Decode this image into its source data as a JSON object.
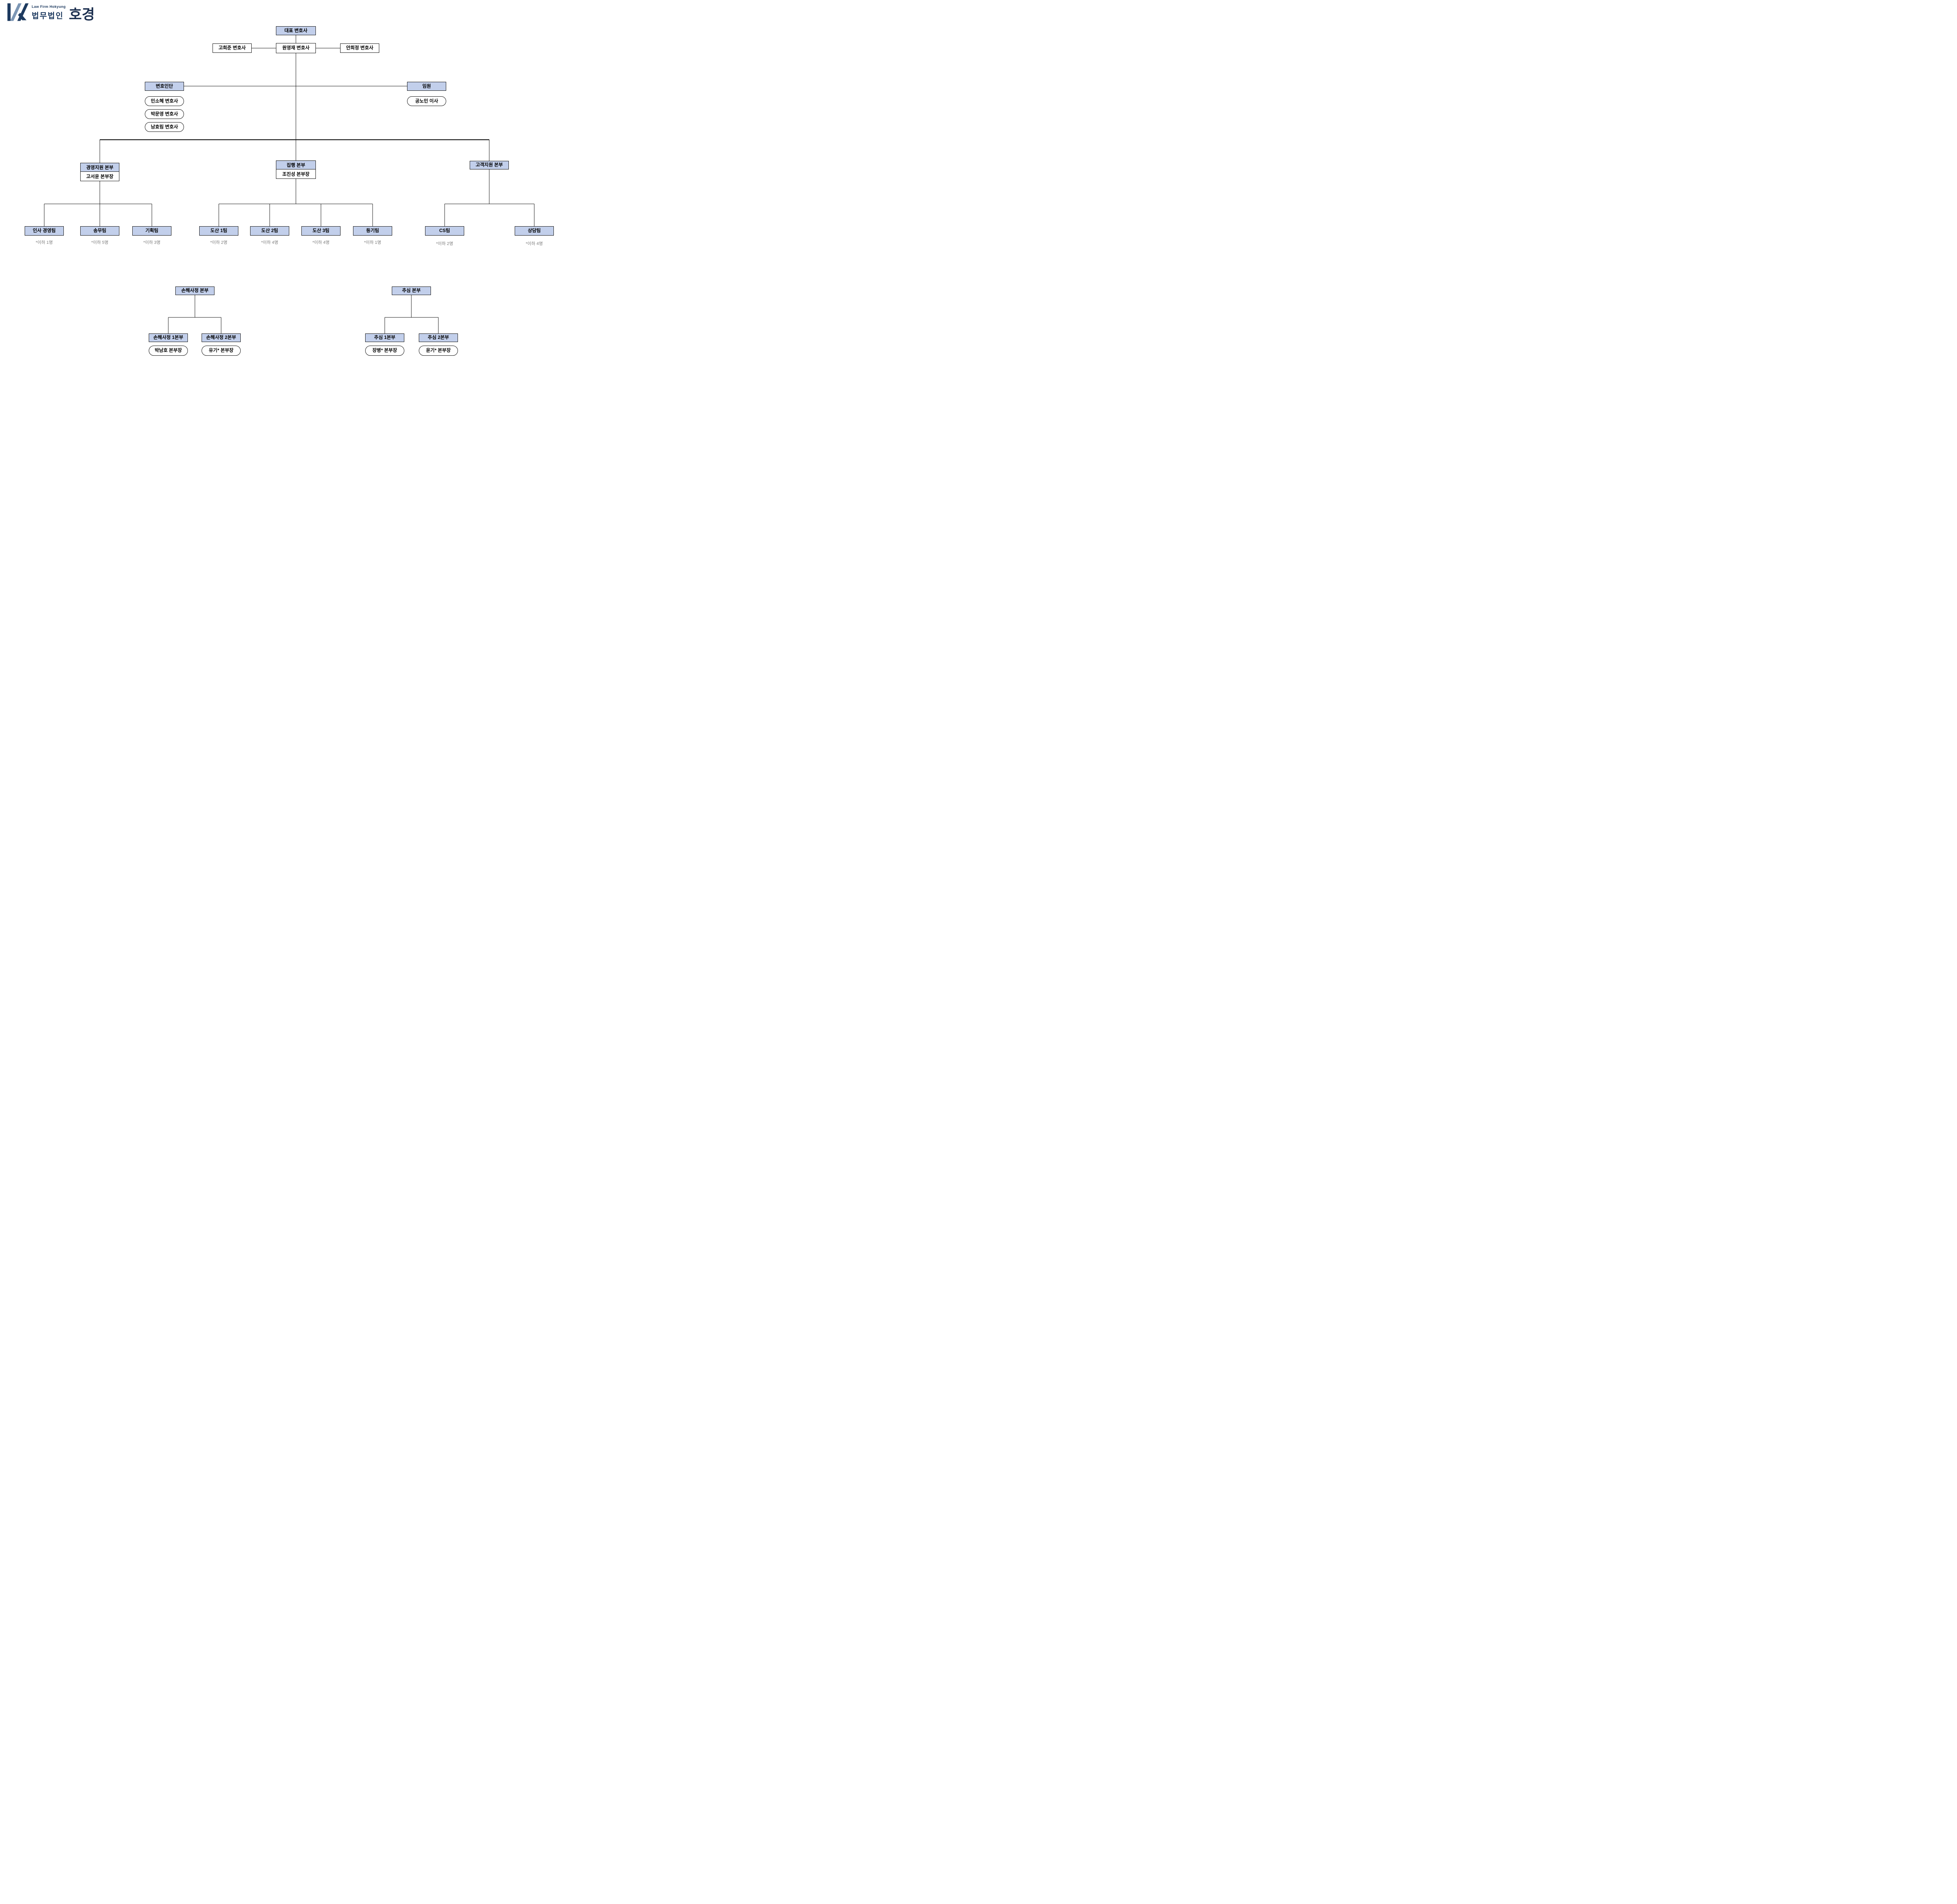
{
  "logo": {
    "mark": "WK",
    "firm_en": "Law Firm Hokyung",
    "firm_type_ko": "법무법인",
    "firm_name_ko": "호경",
    "navy": "#1d3a5f",
    "steel": "#7d97b5"
  },
  "colors": {
    "node_fill": "#c2cfeb",
    "node_border": "#111111",
    "connector": "#111111",
    "count_text": "#7f7f7f",
    "background": "#ffffff"
  },
  "org": {
    "ceo": {
      "label": "대표 변호사"
    },
    "partners": [
      {
        "label": "고희준 변호사"
      },
      {
        "label": "원영재 변호사"
      },
      {
        "label": "안희정 변호사"
      }
    ],
    "counsel_group": {
      "label": "변호인단",
      "members": [
        {
          "label": "민소혜 변호사"
        },
        {
          "label": "박문영 변호사"
        },
        {
          "label": "남효림 변호사"
        }
      ]
    },
    "executives": {
      "label": "임원",
      "members": [
        {
          "label": "공노민 이사"
        }
      ]
    },
    "divisions": [
      {
        "label": "경영지원 본부",
        "head": "고서윤 본부장",
        "teams": [
          {
            "label": "인사 경영팀",
            "count": "*이하 1명"
          },
          {
            "label": "송무팀",
            "count": "*이하 5명"
          },
          {
            "label": "기획팀",
            "count": "*이하 3명"
          }
        ]
      },
      {
        "label": "집행 본부",
        "head": "조진성 본부장",
        "teams": [
          {
            "label": "도산 1팀",
            "count": "*이하 2명"
          },
          {
            "label": "도산 2팀",
            "count": "*이하 4명"
          },
          {
            "label": "도산 3팀",
            "count": "*이하 4명"
          },
          {
            "label": "등기팀",
            "count": "*이하 1명"
          }
        ]
      },
      {
        "label": "고객지원 본부",
        "teams": [
          {
            "label": "CS팀",
            "count": "*이하 2명"
          },
          {
            "label": "상담팀",
            "count": "*이하 4명"
          }
        ]
      }
    ],
    "standalone": [
      {
        "label": "손해사정 본부",
        "children": [
          {
            "label": "손해사정 1본부",
            "head": "박남호 본부장"
          },
          {
            "label": "손해사정 2본부",
            "head": "유기* 본부장"
          }
        ]
      },
      {
        "label": "추심 본부",
        "children": [
          {
            "label": "추심 1본부",
            "head": "장병* 본부장"
          },
          {
            "label": "추심 2본부",
            "head": "윤기* 본부장"
          }
        ]
      }
    ]
  }
}
